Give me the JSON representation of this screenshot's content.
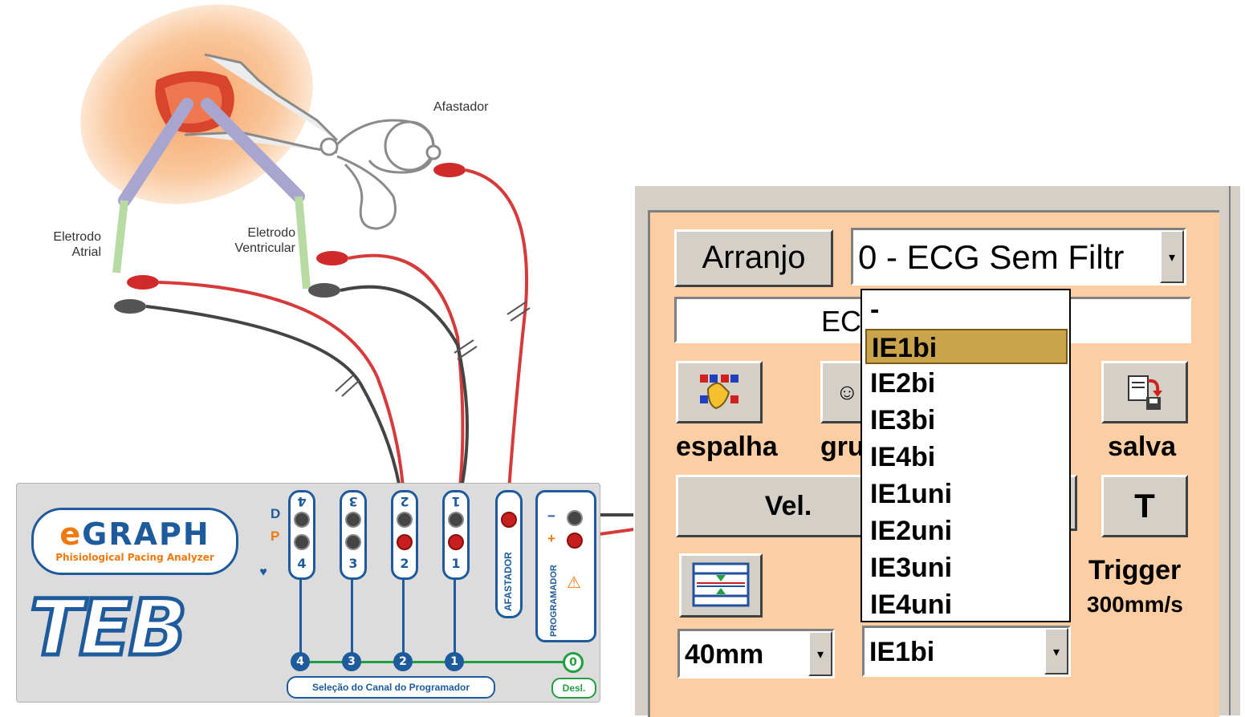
{
  "illustration": {
    "labels": {
      "afastador": "Afastador",
      "eletrodo_atrial": "Eletrodo\nAtrial",
      "eletrodo_ventricular": "Eletrodo\nVentricular"
    },
    "device": {
      "brand_e": "e",
      "brand_rest": "GRAPH",
      "subtitle": "Phisiological Pacing Analyzer",
      "logo": "TEB",
      "row_d": "D",
      "row_p": "P",
      "channels": [
        "4",
        "3",
        "2",
        "1"
      ],
      "afastador": "AFASTADOR",
      "programador": "PROGRAMADOR",
      "minus": "−",
      "plus": "+",
      "bus_nodes": [
        "4",
        "3",
        "2",
        "1",
        "0"
      ],
      "selecao": "Seleção do Canal do Programador",
      "desl": "Desl.",
      "icons": {
        "heart": "heart-icon",
        "warning": "warning-icon"
      },
      "colors": {
        "blue": "#1d5b9c",
        "orange": "#f07a10",
        "green": "#20a040",
        "red_cable": "#d63a3a",
        "black_cable": "#444444"
      }
    }
  },
  "panel": {
    "arranjo_button": "Arranjo",
    "arranjo_combo_value": "0 - ECG Sem Filtr",
    "name_field_value": "EC",
    "espalha_label": "espalha",
    "grupo_label_partial": "gru",
    "salva_label": "salva",
    "vel_button": "Vel.",
    "t_button": "T",
    "trigger_label": "Trigger",
    "trigger_speed": "300mm/s",
    "scale_combo_value": "40mm",
    "channel_combo_value": "IE1bi",
    "dropdown_items": [
      "-",
      "IE1bi",
      "IE2bi",
      "IE3bi",
      "IE4bi",
      "IE1uni",
      "IE2uni",
      "IE3uni",
      "IE4uni"
    ],
    "dropdown_selected": "IE1bi",
    "arrow": "▾",
    "colors": {
      "panel_bg": "#fdcda3",
      "face": "#d4d0c8",
      "highlight": "#c9a44b"
    }
  }
}
